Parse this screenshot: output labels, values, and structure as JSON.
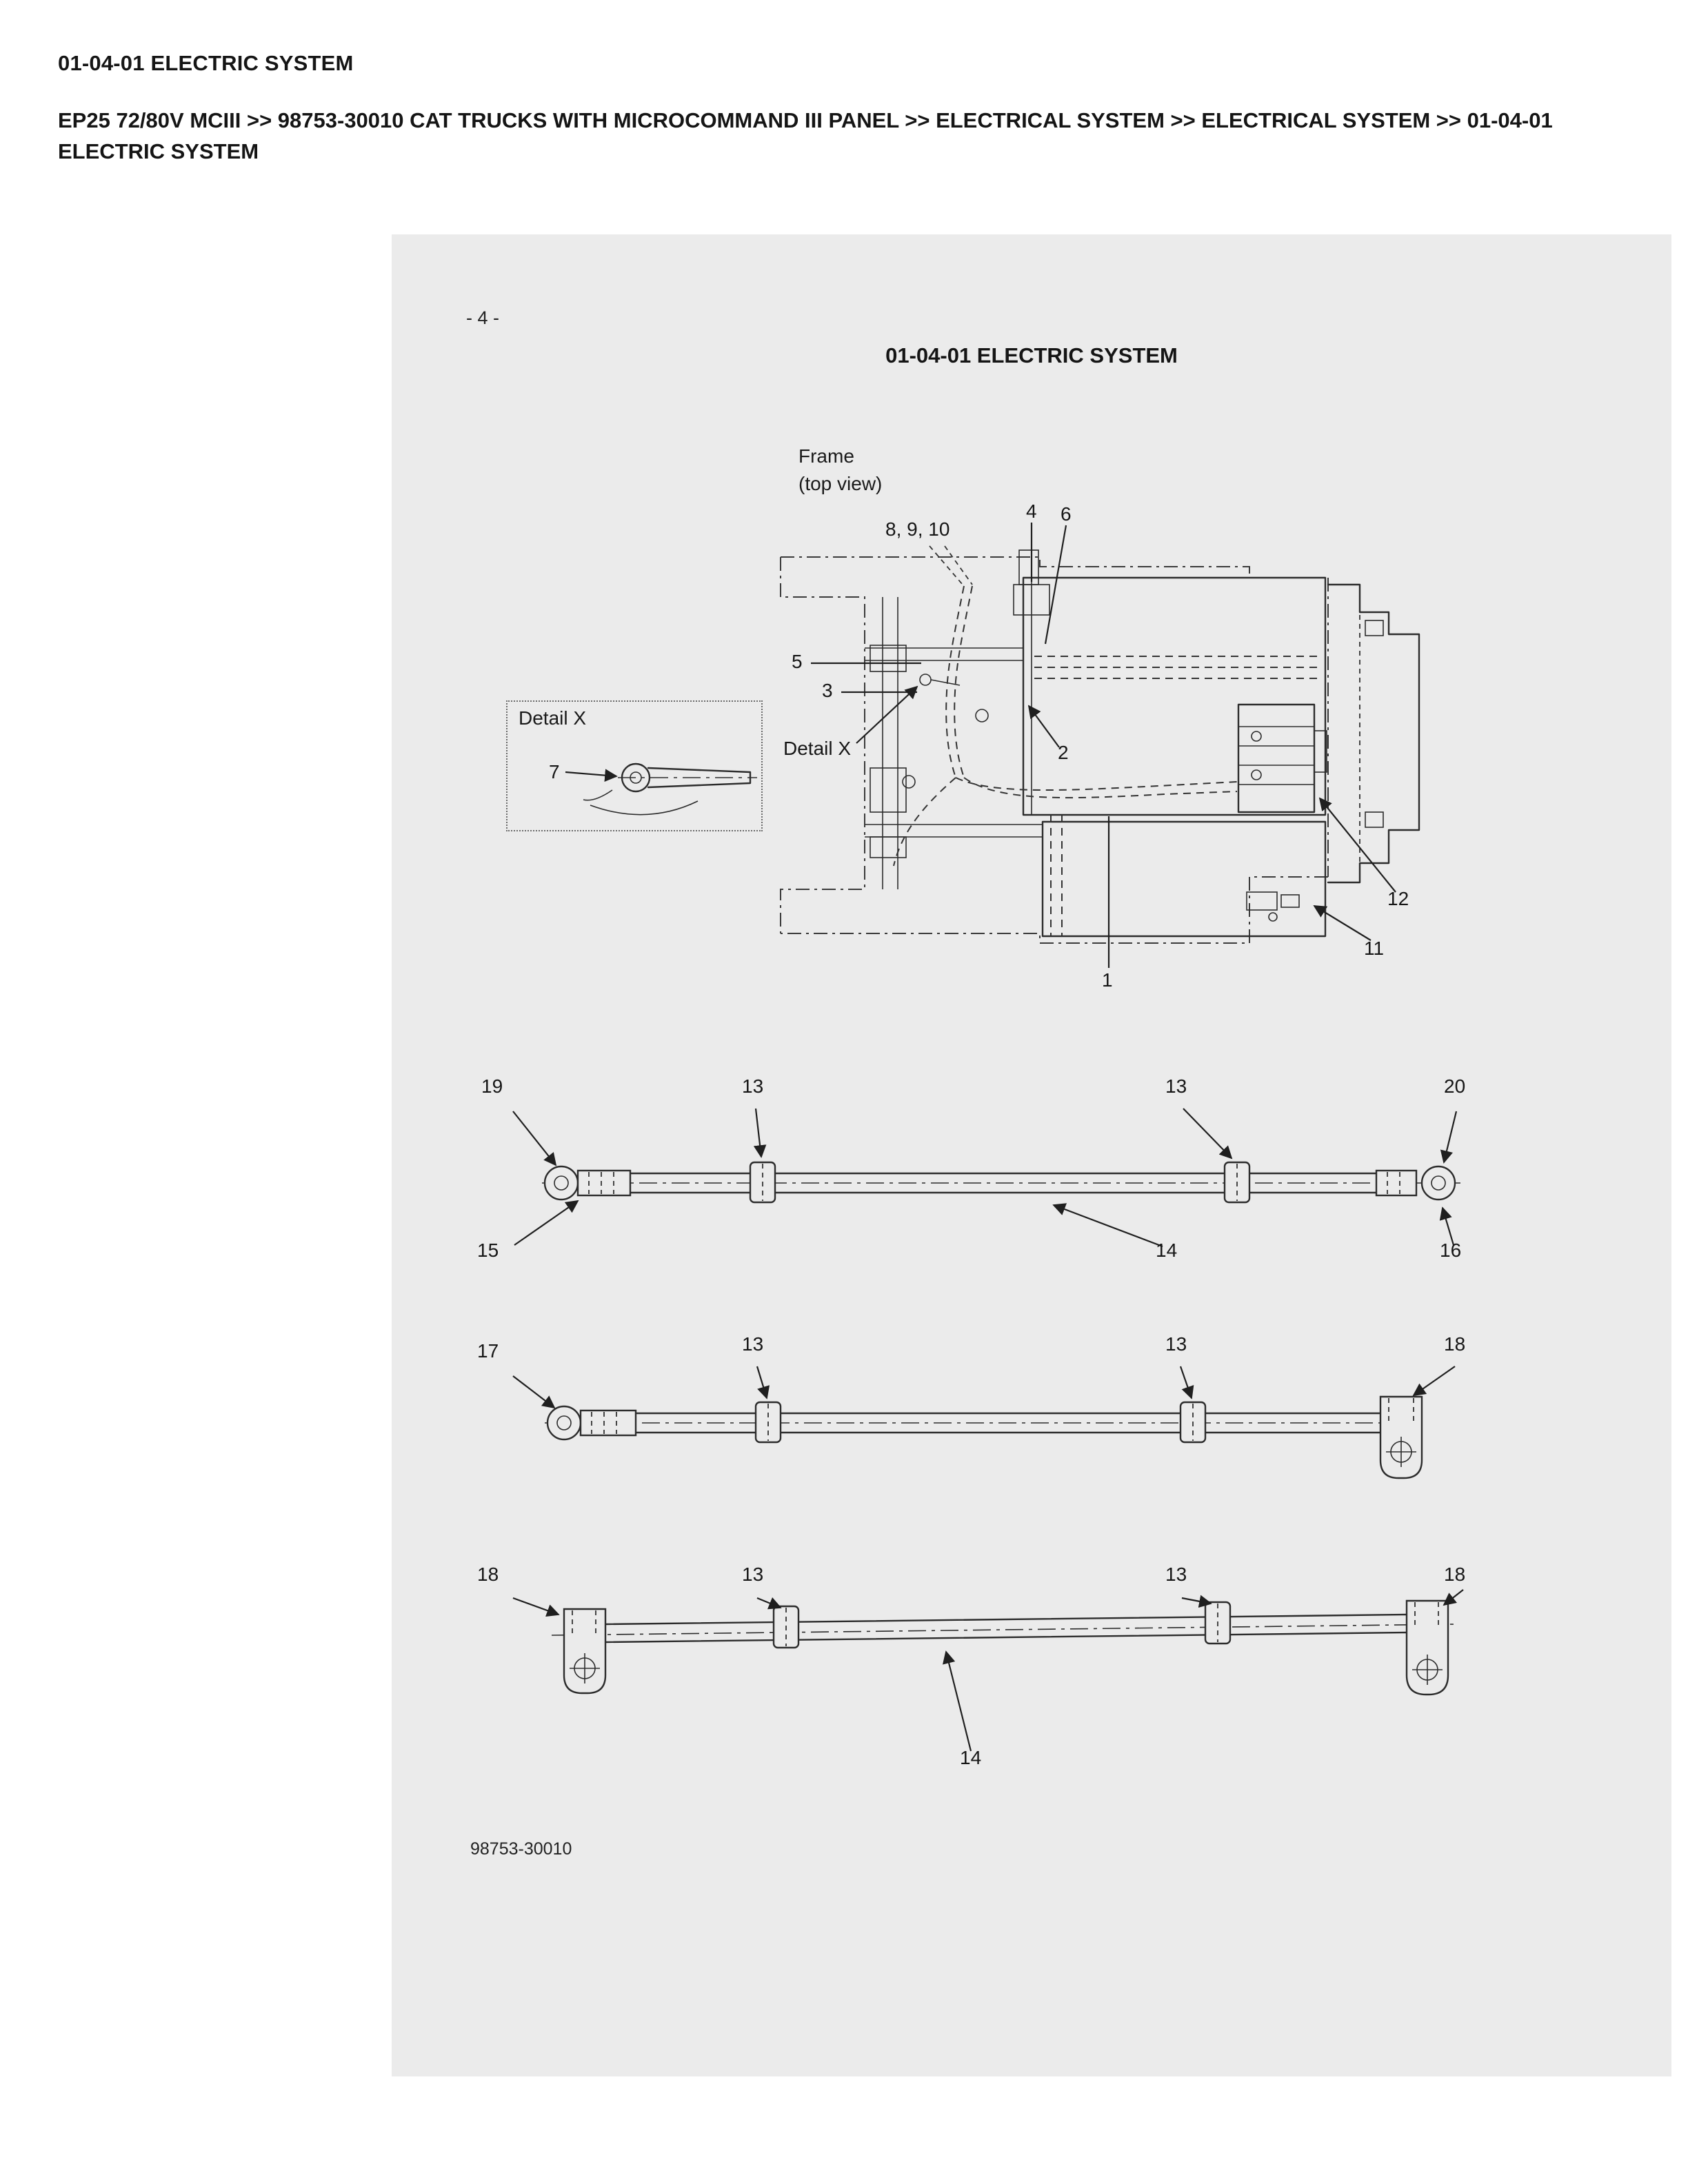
{
  "header": {
    "title": "01-04-01 ELECTRIC SYSTEM",
    "breadcrumb": "EP25 72/80V MCIII >> 98753-30010 CAT TRUCKS WITH MICROCOMMAND III PANEL >> ELECTRICAL SYSTEM >> ELECTRICAL SYSTEM >> 01-04-01 ELECTRIC SYSTEM"
  },
  "page": {
    "page_number": "- 4 -",
    "diagram_title": "01-04-01 ELECTRIC SYSTEM",
    "footer_part_number": "98753-30010"
  },
  "frame_view": {
    "caption_line1": "Frame",
    "caption_line2": "(top view)",
    "callout_8_9_10": "8, 9, 10",
    "callout_4": "4",
    "callout_6": "6",
    "callout_5": "5",
    "callout_3": "3",
    "detail_ref": "Detail X",
    "callout_2": "2",
    "callout_12": "12",
    "callout_11": "11",
    "callout_1": "1"
  },
  "detail_x": {
    "title": "Detail X",
    "callout_7": "7"
  },
  "cable_assembly_1": {
    "callout_19": "19",
    "callout_13_left": "13",
    "callout_13_right": "13",
    "callout_20": "20",
    "callout_15": "15",
    "callout_14": "14",
    "callout_16": "16"
  },
  "cable_assembly_2": {
    "callout_17": "17",
    "callout_13_left": "13",
    "callout_13_right": "13",
    "callout_18": "18"
  },
  "cable_assembly_3": {
    "callout_18_left": "18",
    "callout_13_left": "13",
    "callout_13_right": "13",
    "callout_18_right": "18",
    "callout_14": "14"
  }
}
